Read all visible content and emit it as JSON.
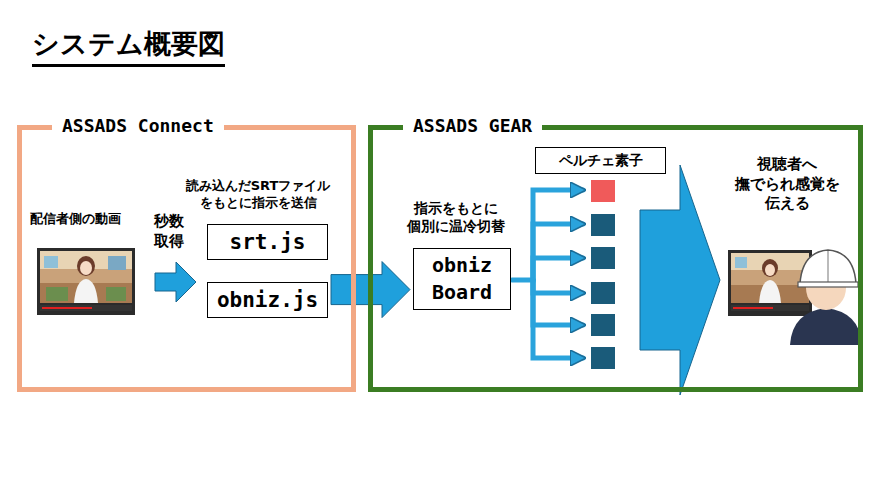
{
  "diagram": {
    "title": "システム概要図",
    "nodes": [
      {
        "text": [
          "ASSADS Connect"
        ]
      },
      {
        "text": [
          "ASSADS GEAR"
        ]
      },
      {
        "text": [
          "srt.js"
        ],
        "in": 0
      },
      {
        "text": [
          "obniz.js"
        ],
        "in": 0
      },
      {
        "text": [
          "obniz Board"
        ],
        "in": 1
      },
      {
        "text": [
          "ペルチェ素子"
        ],
        "in": 1
      }
    ],
    "edges": [
      {
        "from": 3,
        "to": 4,
        "arrow": "to"
      }
    ],
    "labels": [
      "配信者側の動画",
      "秒数 取得",
      "読み込んだSRTファイル をもとに指示を送信",
      "指示をもとに 個別に温冷切替",
      "視聴者へ 撫でられ感覚を 伝える"
    ]
  }
}
